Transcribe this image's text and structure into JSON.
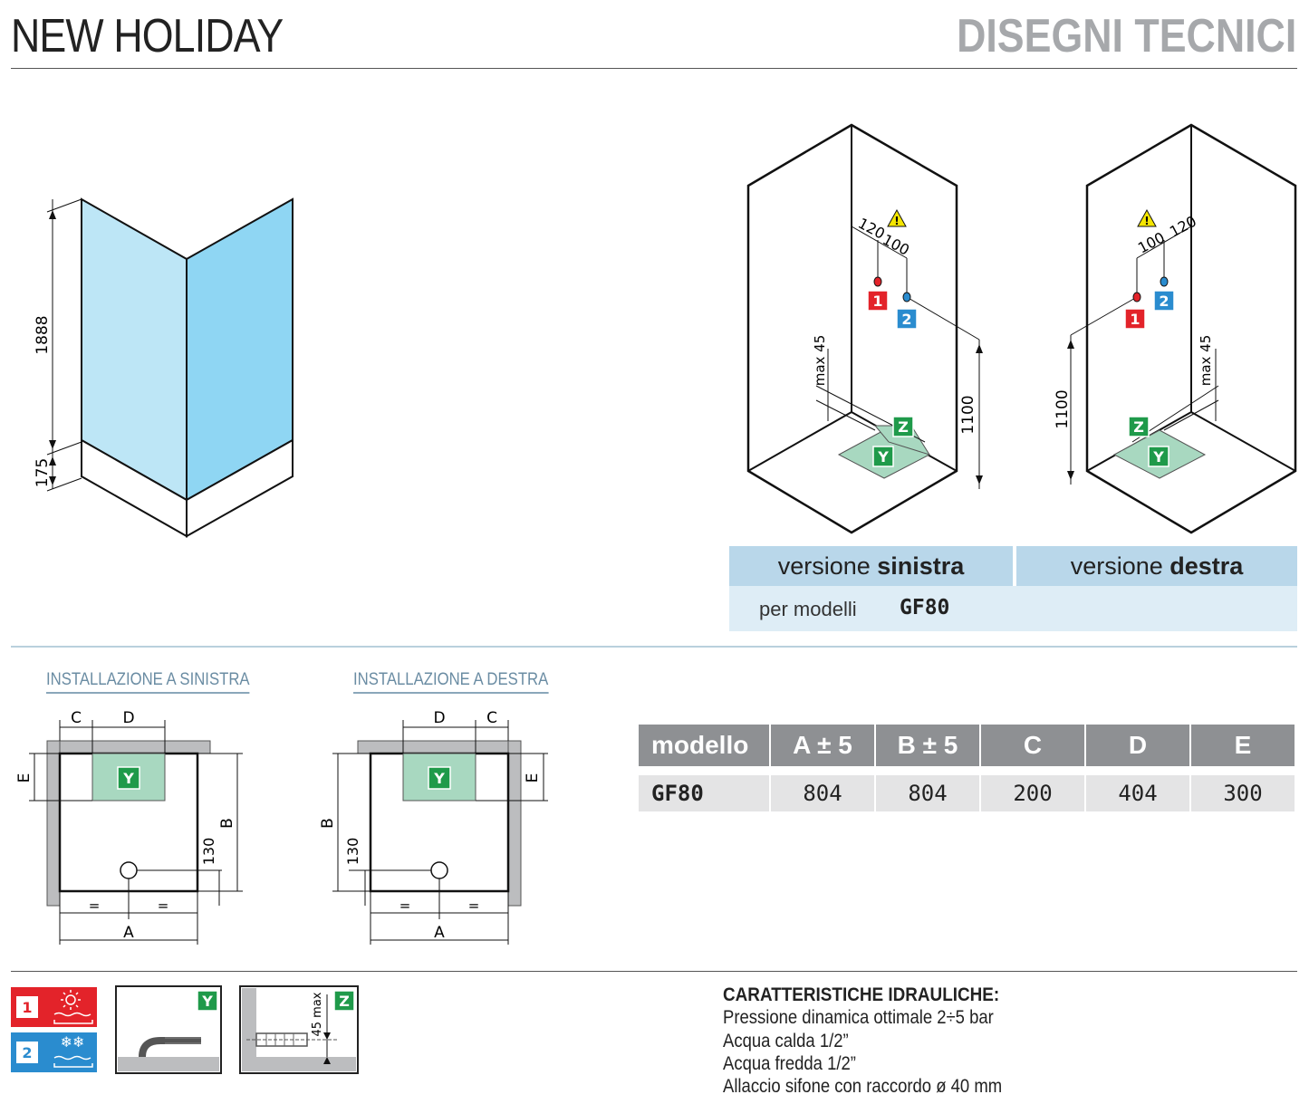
{
  "header": {
    "title_left": "NEW HOLIDAY",
    "title_right": "DISEGNI TECNICI"
  },
  "enclosure": {
    "dim_height": "1888",
    "dim_base": "175"
  },
  "technical_views": {
    "left": {
      "d1": "120",
      "d2": "100",
      "max": "max 45",
      "height": "1100",
      "hot": "1",
      "cold": "2",
      "z": "Z",
      "y": "Y"
    },
    "right": {
      "d1": "100",
      "d2": "120",
      "max": "max 45",
      "height": "1100",
      "hot": "1",
      "cold": "2",
      "z": "Z",
      "y": "Y"
    }
  },
  "versions": {
    "left_prefix": "versione ",
    "left_bold": "sinistra",
    "right_prefix": "versione ",
    "right_bold": "destra",
    "per_modelli_label": "per modelli",
    "per_modelli_value": "GF80"
  },
  "installations": {
    "left_title": "INSTALLAZIONE A SINISTRA",
    "right_title": "INSTALLAZIONE A DESTRA",
    "labels": {
      "a": "A",
      "b": "B",
      "c": "C",
      "d": "D",
      "e": "E",
      "y": "Y",
      "h130": "130",
      "eq": "="
    }
  },
  "table": {
    "headers": [
      "modello",
      "A ± 5",
      "B ± 5",
      "C",
      "D",
      "E"
    ],
    "rows": [
      [
        "GF80",
        "804",
        "804",
        "200",
        "404",
        "300"
      ]
    ]
  },
  "legend": {
    "hot_num": "1",
    "cold_num": "2",
    "y": "Y",
    "z": "Z",
    "z_max": "45 max"
  },
  "hydraulics": {
    "title": "CARATTERISTICHE IDRAULICHE:",
    "lines": [
      "Pressione dinamica ottimale 2÷5 bar",
      "Acqua calda 1/2”",
      "Acqua fredda 1/2”",
      "Allaccio sifone con raccordo ø 40 mm"
    ]
  },
  "colors": {
    "hot": "#e3232a",
    "cold": "#2a8ccf",
    "tray": "#a8d8c0",
    "badge_green": "#1f9a4a",
    "glass_left": "#bde6f6",
    "glass_right": "#8fd6f3",
    "version_bar": "#b9d7ea"
  }
}
